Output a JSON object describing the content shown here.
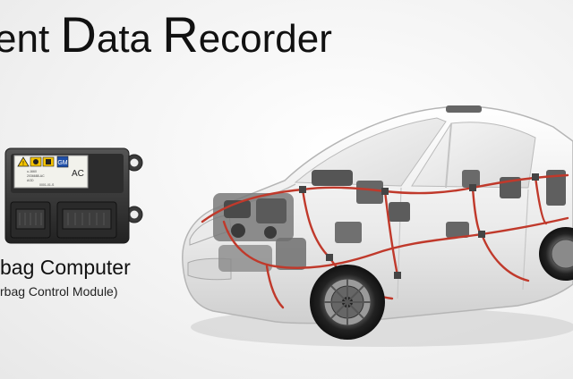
{
  "title": {
    "part1": "ent ",
    "part2_cap": "D",
    "part2_rest": "ata ",
    "part3_cap": "R",
    "part3_rest": "ecorder"
  },
  "module": {
    "label": "bag Computer",
    "sublabel": "rbag Control Module)",
    "sticker_code": "AC",
    "sticker_text": [
      "u-1660",
      "2036688-AC",
      "AGD",
      "0001-01-S"
    ]
  },
  "colors": {
    "wiring": "#c0392b",
    "module_body": "#3a3a3a",
    "sticker": "#f2f2ec",
    "warning": "#f5c400"
  },
  "icons": [
    "warning-triangle-icon",
    "airbag-icon",
    "child-seat-icon",
    "gm-logo-icon"
  ]
}
